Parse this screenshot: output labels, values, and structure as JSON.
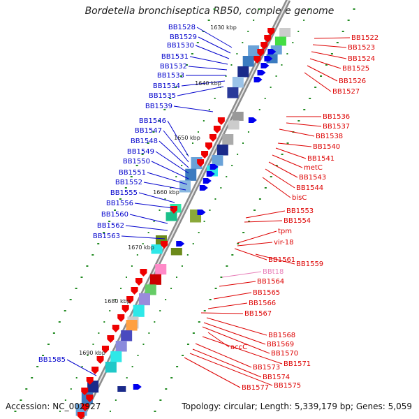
{
  "title": "Bordetella bronchiseptica RB50, complete genome",
  "footer": {
    "accession": "Accession: NC_002927",
    "topology": "Topology: circular; Length: 5,339,179 bp; Genes: 5,059"
  },
  "colors": {
    "backbone": "#8c8c8c",
    "forward_label": "#0000cc",
    "reverse_label": "#dd0000",
    "rna_label": "#e87fb8",
    "tick": "#228b22"
  },
  "scale_marks": [
    "1630 kbp",
    "1640 kbp",
    "1650 kbp",
    "1660 kbp",
    "1670 kbp",
    "1680 kbp",
    "1690 kbp"
  ],
  "forward_genes": [
    "BB1528",
    "BB1529",
    "BB1530",
    "BB1531",
    "BB1532",
    "BB1533",
    "BB1534",
    "BB1535",
    "BB1539",
    "BB1546",
    "BB1547",
    "BB1548",
    "BB1549",
    "BB1550",
    "BB1551",
    "BB1552",
    "BB1555",
    "BB1556",
    "BB1560",
    "BB1562",
    "BB1563",
    "BB1585"
  ],
  "reverse_genes": [
    "BB1522",
    "BB1523",
    "BB1524",
    "BB1525",
    "BB1526",
    "BB1527",
    "BB1536",
    "BB1537",
    "BB1538",
    "BB1540",
    "BB1541",
    "metC",
    "BB1543",
    "BB1544",
    "bisC",
    "BB1553",
    "BB1554",
    "tpm",
    "vir-18",
    "BB1561",
    "BB1559",
    "BBt18",
    "BB1564",
    "BB1565",
    "BB1566",
    "BB1567",
    "BB1568",
    "BB1569",
    "BB1570",
    "accC",
    "BB1571",
    "BB1573",
    "BB1574",
    "BB1575",
    "BB1577"
  ]
}
